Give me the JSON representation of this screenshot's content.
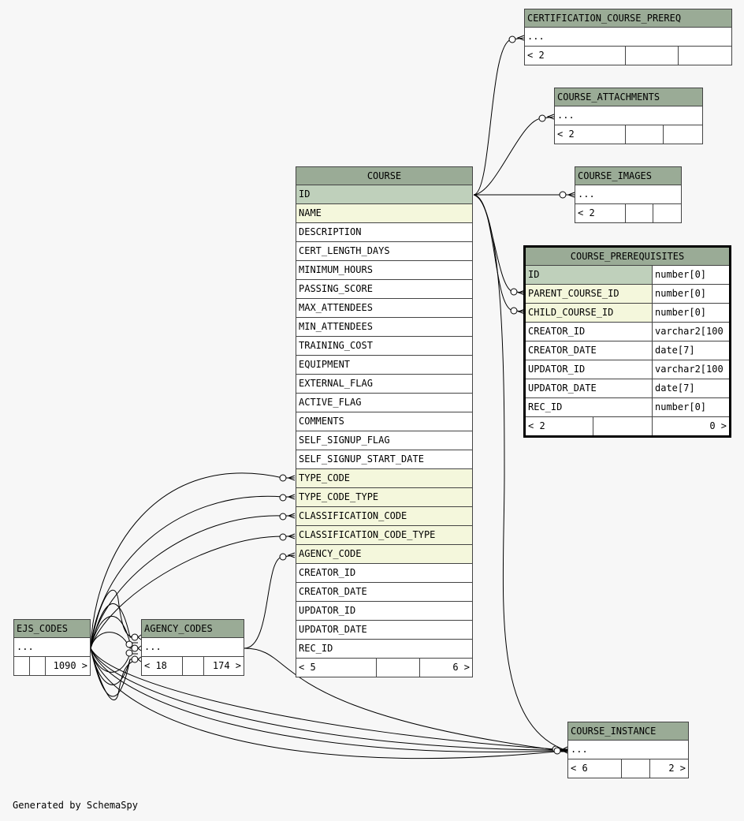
{
  "course": {
    "title": "COURSE",
    "columns": [
      "ID",
      "NAME",
      "DESCRIPTION",
      "CERT_LENGTH_DAYS",
      "MINIMUM_HOURS",
      "PASSING_SCORE",
      "MAX_ATTENDEES",
      "MIN_ATTENDEES",
      "TRAINING_COST",
      "EQUIPMENT",
      "EXTERNAL_FLAG",
      "ACTIVE_FLAG",
      "COMMENTS",
      "SELF_SIGNUP_FLAG",
      "SELF_SIGNUP_START_DATE",
      "TYPE_CODE",
      "TYPE_CODE_TYPE",
      "CLASSIFICATION_CODE",
      "CLASSIFICATION_CODE_TYPE",
      "AGENCY_CODE",
      "CREATOR_ID",
      "CREATOR_DATE",
      "UPDATOR_ID",
      "UPDATOR_DATE",
      "REC_ID"
    ],
    "footer_left": "< 5",
    "footer_right": "6 >"
  },
  "cert_prereq": {
    "title": "CERTIFICATION_COURSE_PREREQ",
    "body": "...",
    "footer_left": "< 2",
    "footer_right": ""
  },
  "attachments": {
    "title": "COURSE_ATTACHMENTS",
    "body": "...",
    "footer_left": "< 2",
    "footer_right": ""
  },
  "images": {
    "title": "COURSE_IMAGES",
    "body": "...",
    "footer_left": "< 2",
    "footer_right": ""
  },
  "prerequisites": {
    "title": "COURSE_PREREQUISITES",
    "columns": [
      {
        "name": "ID",
        "type": "number[0]"
      },
      {
        "name": "PARENT_COURSE_ID",
        "type": "number[0]"
      },
      {
        "name": "CHILD_COURSE_ID",
        "type": "number[0]"
      },
      {
        "name": "CREATOR_ID",
        "type": "varchar2[100"
      },
      {
        "name": "CREATOR_DATE",
        "type": "date[7]"
      },
      {
        "name": "UPDATOR_ID",
        "type": "varchar2[100"
      },
      {
        "name": "UPDATOR_DATE",
        "type": "date[7]"
      },
      {
        "name": "REC_ID",
        "type": "number[0]"
      }
    ],
    "footer_left": "< 2",
    "footer_right": "0 >"
  },
  "ejs_codes": {
    "title": "EJS_CODES",
    "body": "...",
    "footer_left": "",
    "footer_right": "1090 >"
  },
  "agency_codes": {
    "title": "AGENCY_CODES",
    "body": "...",
    "footer_left": "< 18",
    "footer_right": "174 >"
  },
  "course_instance": {
    "title": "COURSE_INSTANCE",
    "body": "...",
    "footer_left": "< 6",
    "footer_right": "2 >"
  },
  "generated_by": "Generated by SchemaSpy"
}
